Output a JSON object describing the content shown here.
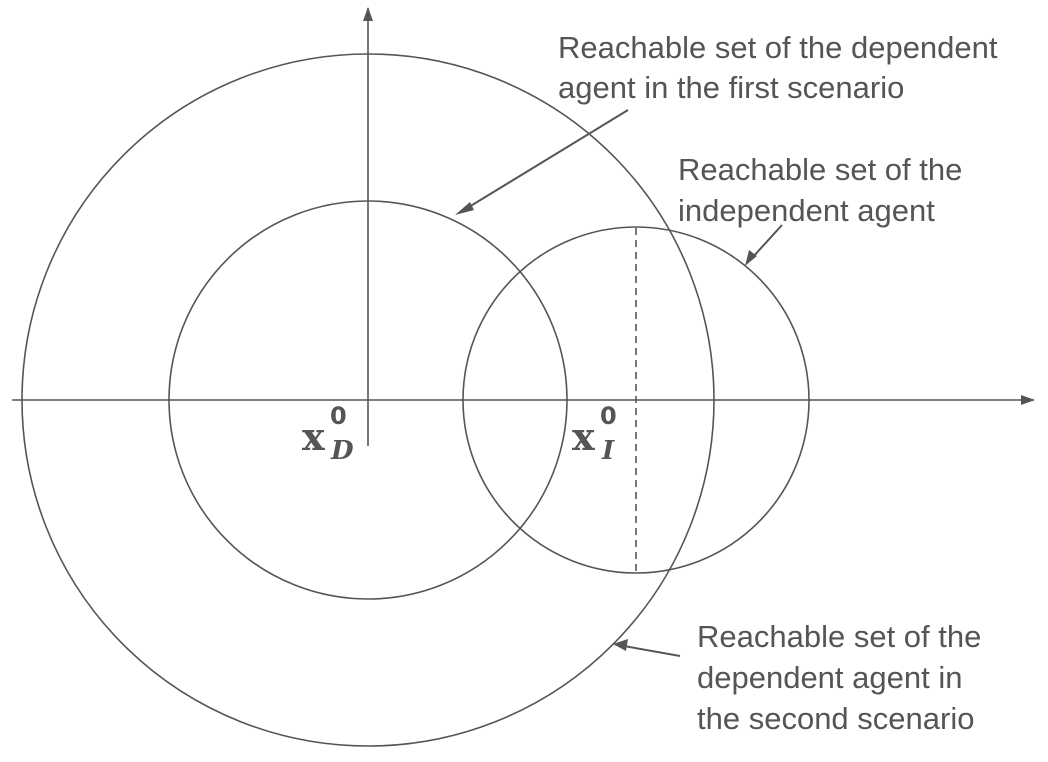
{
  "labels": {
    "first_scenario": [
      "Reachable set of the dependent",
      "agent in the first scenario"
    ],
    "independent": [
      "Reachable set of the",
      "independent agent"
    ],
    "second_scenario": [
      "Reachable set of the",
      "dependent agent in",
      "the second scenario"
    ]
  },
  "points": {
    "dependent": {
      "symbol": "x",
      "superscript": "0",
      "subscript": "D"
    },
    "independent": {
      "symbol": "x",
      "superscript": "0",
      "subscript": "I"
    }
  },
  "colors": {
    "line": "#555555",
    "background": "#ffffff"
  }
}
